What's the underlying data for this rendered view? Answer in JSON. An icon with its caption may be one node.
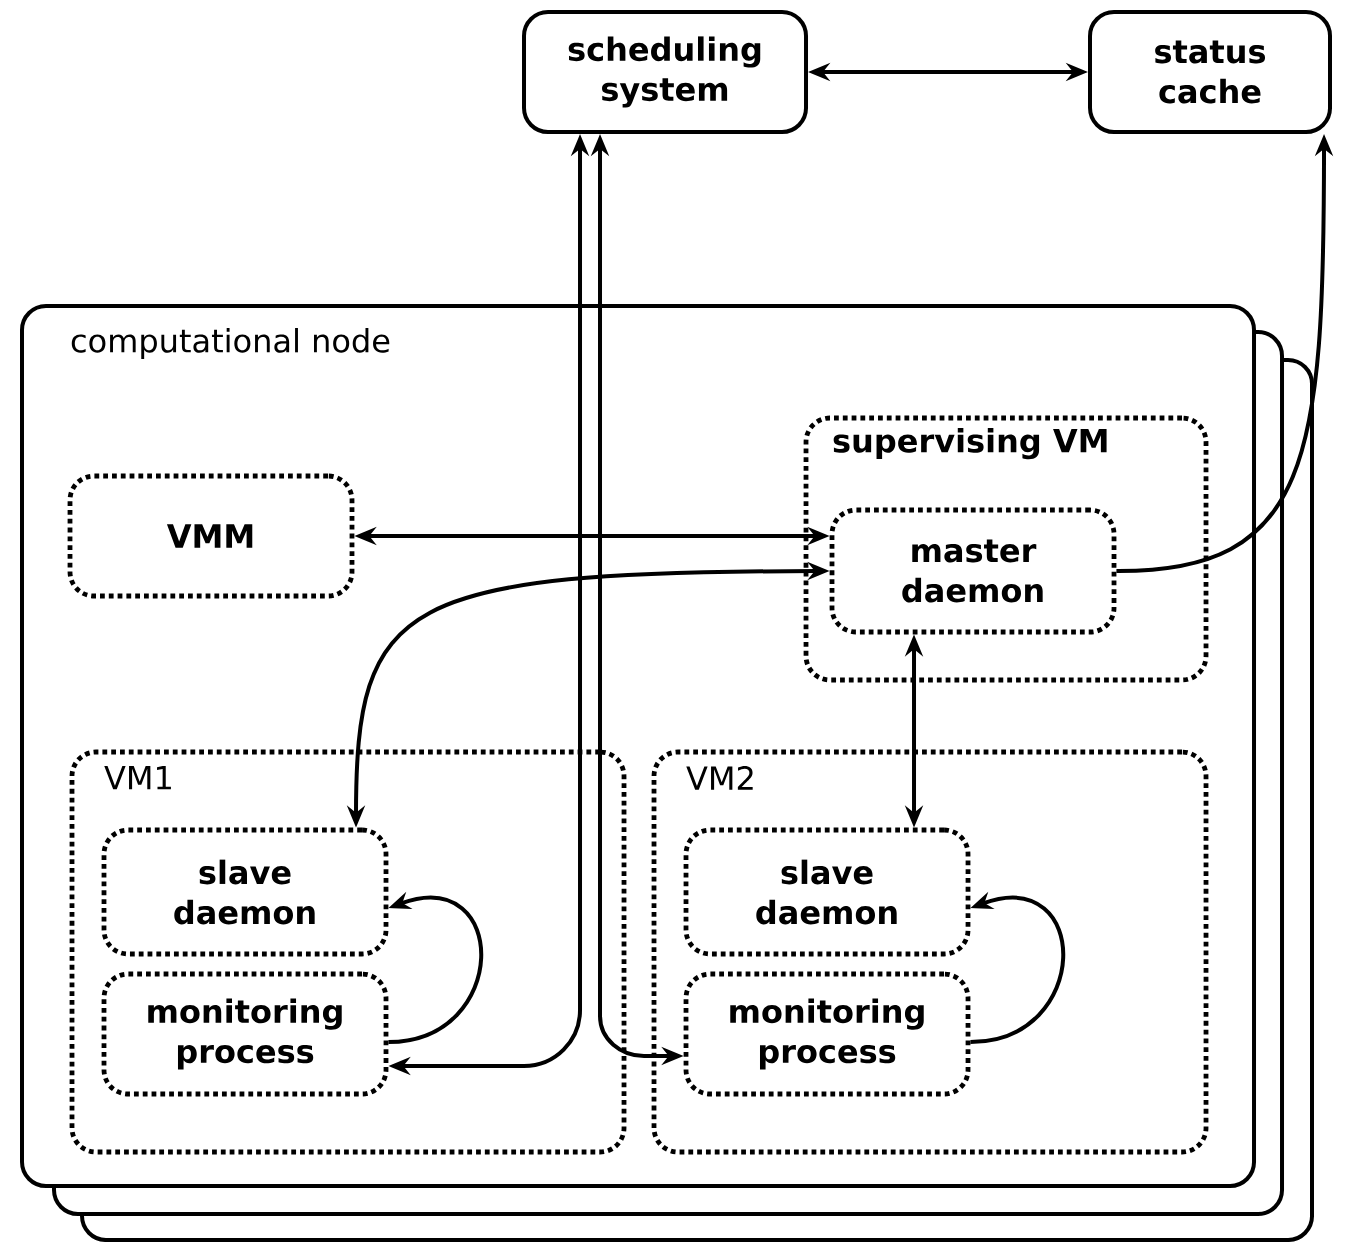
{
  "diagram": {
    "nodes": [
      {
        "text": [
          "scheduling system"
        ]
      },
      {
        "text": [
          "status cache"
        ]
      },
      {
        "text": [
          "computational node"
        ]
      },
      {
        "text": [
          "VMM"
        ],
        "in": 2
      },
      {
        "text": [
          "supervising VM"
        ],
        "in": 2
      },
      {
        "text": [
          "master daemon"
        ],
        "in": 4
      },
      {
        "text": [
          "VM1"
        ],
        "in": 2
      },
      {
        "text": [
          "slave daemon"
        ],
        "in": 6
      },
      {
        "text": [
          "monitoring process"
        ],
        "in": 6
      },
      {
        "text": [
          "VM2"
        ],
        "in": 2
      },
      {
        "text": [
          "slave daemon"
        ],
        "in": 9
      },
      {
        "text": [
          "monitoring process"
        ],
        "in": 9
      }
    ],
    "edges": [
      {
        "from": 0,
        "to": 1,
        "arrow": "both"
      },
      {
        "from": 3,
        "to": 5,
        "arrow": "both"
      },
      {
        "from": 5,
        "to": 7,
        "arrow": "both"
      },
      {
        "from": 5,
        "to": 10,
        "arrow": "both"
      },
      {
        "from": 5,
        "to": 1,
        "arrow": "to"
      },
      {
        "from": 8,
        "to": 7,
        "arrow": "to"
      },
      {
        "from": 11,
        "to": 10,
        "arrow": "to"
      },
      {
        "from": 8,
        "to": 0,
        "arrow": "both"
      },
      {
        "from": 11,
        "to": 0,
        "arrow": "both"
      }
    ]
  }
}
